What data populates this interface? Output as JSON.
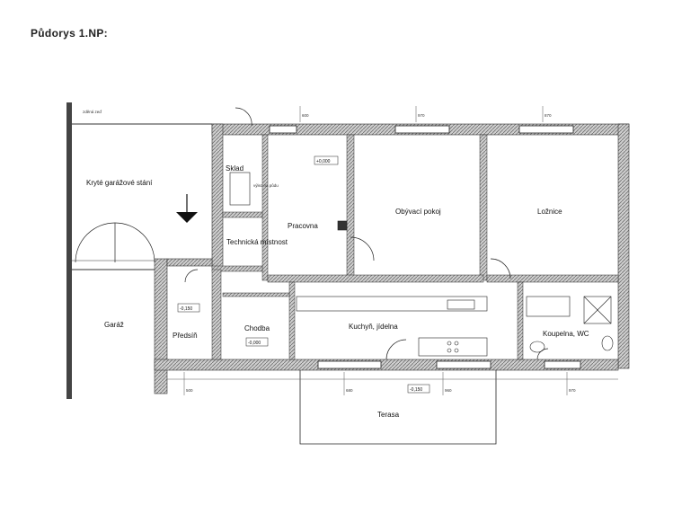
{
  "title": "Půdorys 1.NP:",
  "colors": {
    "wall": "#9a9a9a",
    "line": "#1a1a1a",
    "paper": "#ffffff"
  },
  "rooms": {
    "garage_parking": "Kryté garážové stání",
    "garage": "Garáž",
    "storage": "Sklad",
    "technical": "Technická místnost",
    "study": "Pracovna",
    "living": "Obývací pokoj",
    "bedroom": "Ložnice",
    "entrance": "Předsíň",
    "corridor": "Chodba",
    "kitchen": "Kuchyň, jídelna",
    "bathroom": "Koupelna, WC",
    "terrace": "Terasa"
  },
  "annotations": {
    "fence_wall": "zděná zeď",
    "attic_access": "výlez na půdu",
    "level_zero": "+0,000",
    "level_corridor": "-0,000",
    "level_entrance": "-0,150",
    "level_terrace": "-0,150"
  },
  "dimensions": {
    "top_1": "600",
    "top_2": "970",
    "top_3": "870",
    "bot_1": "500",
    "bot_2": "680",
    "bot_3": "960",
    "bot_4": "970"
  }
}
